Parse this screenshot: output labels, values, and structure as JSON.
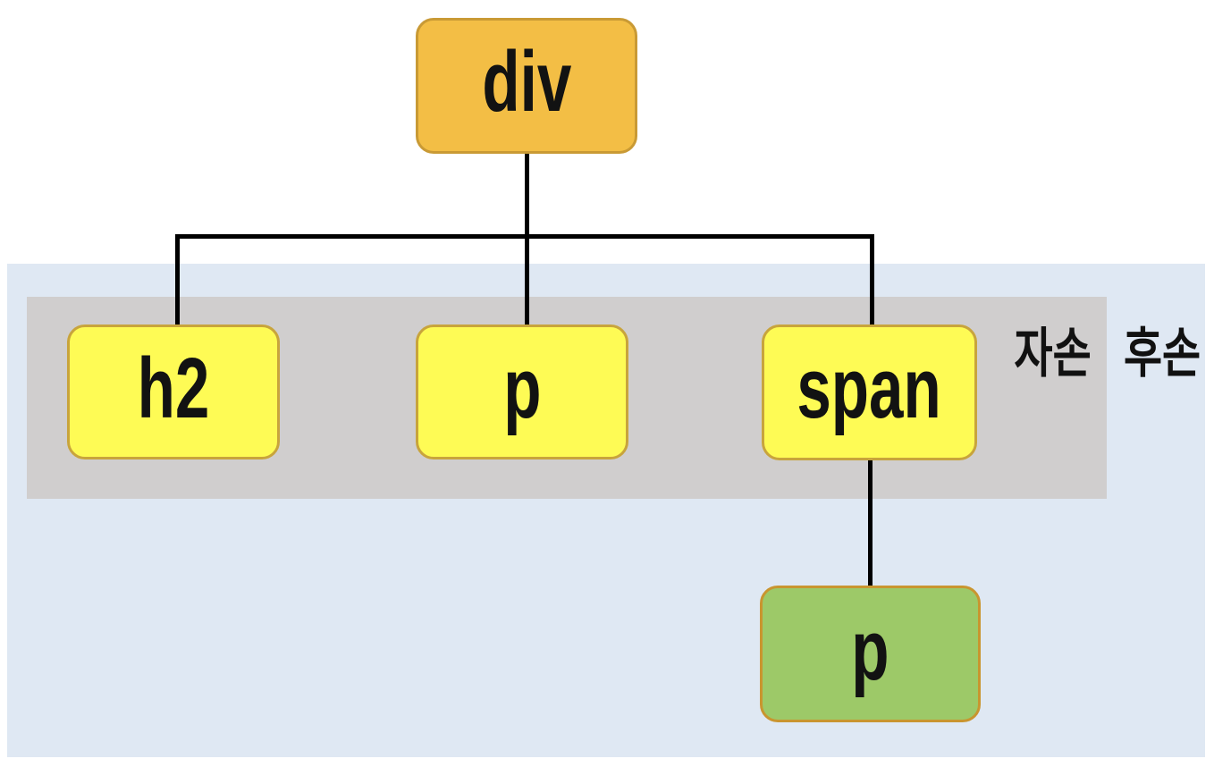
{
  "diagram": {
    "title_hint": "DOM tree: div with children h2, p, span; span has child p",
    "nodes": {
      "root": {
        "label": "div",
        "fill": "#F3BE45",
        "border": "#C99A35"
      },
      "child_h2": {
        "label": "h2",
        "fill": "#FEFB55",
        "border": "#C8A43C"
      },
      "child_p": {
        "label": "p",
        "fill": "#FEFB55",
        "border": "#C8A43C"
      },
      "child_span": {
        "label": "span",
        "fill": "#FEFB55",
        "border": "#C8A43C"
      },
      "grandchild_p": {
        "label": "p",
        "fill": "#9DC968",
        "border": "#C9952F"
      }
    },
    "zones": {
      "children": {
        "label": "자손",
        "fill": "#D0CECE"
      },
      "descendants": {
        "label": "후손",
        "fill": "#DFE8F3"
      }
    },
    "connectors": {
      "color": "#000000"
    },
    "background": "#FFFFFF"
  }
}
